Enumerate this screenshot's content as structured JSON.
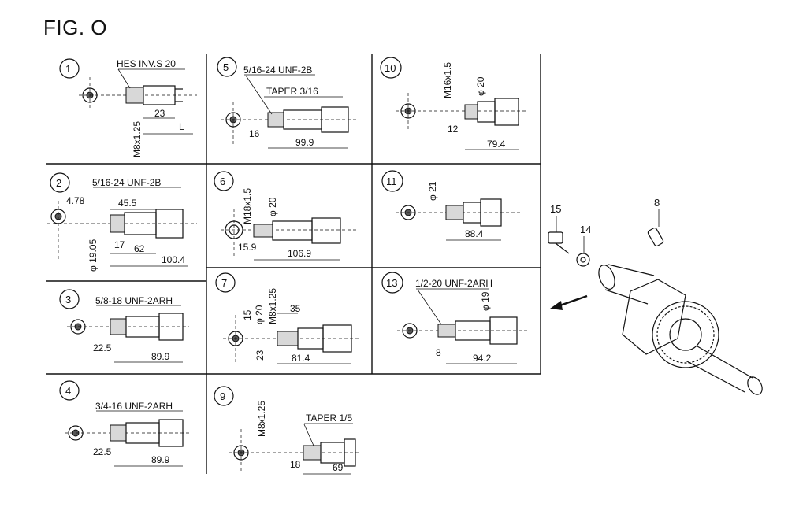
{
  "title": "FIG. O",
  "panels": [
    {
      "id": "1",
      "labels": [
        "HES INV.S 20",
        "M8x1.25",
        "23",
        "L"
      ]
    },
    {
      "id": "2",
      "labels": [
        "5/16-24 UNF-2B",
        "4.78",
        "45.5",
        "φ 19.05",
        "17",
        "62",
        "100.4"
      ]
    },
    {
      "id": "3",
      "labels": [
        "5/8-18 UNF-2ARH",
        "22.5",
        "89.9"
      ]
    },
    {
      "id": "4",
      "labels": [
        "3/4-16 UNF-2ARH",
        "22.5",
        "89.9"
      ]
    },
    {
      "id": "5",
      "labels": [
        "5/16-24 UNF-2B",
        "TAPER 3/16",
        "16",
        "99.9"
      ]
    },
    {
      "id": "6",
      "labels": [
        "M18x1.5",
        "φ 20",
        "15.9",
        "106.9"
      ]
    },
    {
      "id": "7",
      "labels": [
        "φ 20",
        "M8x1.25",
        "35",
        "15",
        "23",
        "81.4"
      ]
    },
    {
      "id": "9",
      "labels": [
        "M8x1.25",
        "TAPER 1/5",
        "18",
        "69"
      ]
    },
    {
      "id": "10",
      "labels": [
        "M16x1.5",
        "φ 20",
        "12",
        "79.4"
      ]
    },
    {
      "id": "11",
      "labels": [
        "φ 21",
        "88.4"
      ]
    },
    {
      "id": "13",
      "labels": [
        "1/2-20 UNF-2ARH",
        "φ 19",
        "8",
        "94.2"
      ]
    }
  ],
  "callouts": [
    "15",
    "14",
    "8"
  ]
}
